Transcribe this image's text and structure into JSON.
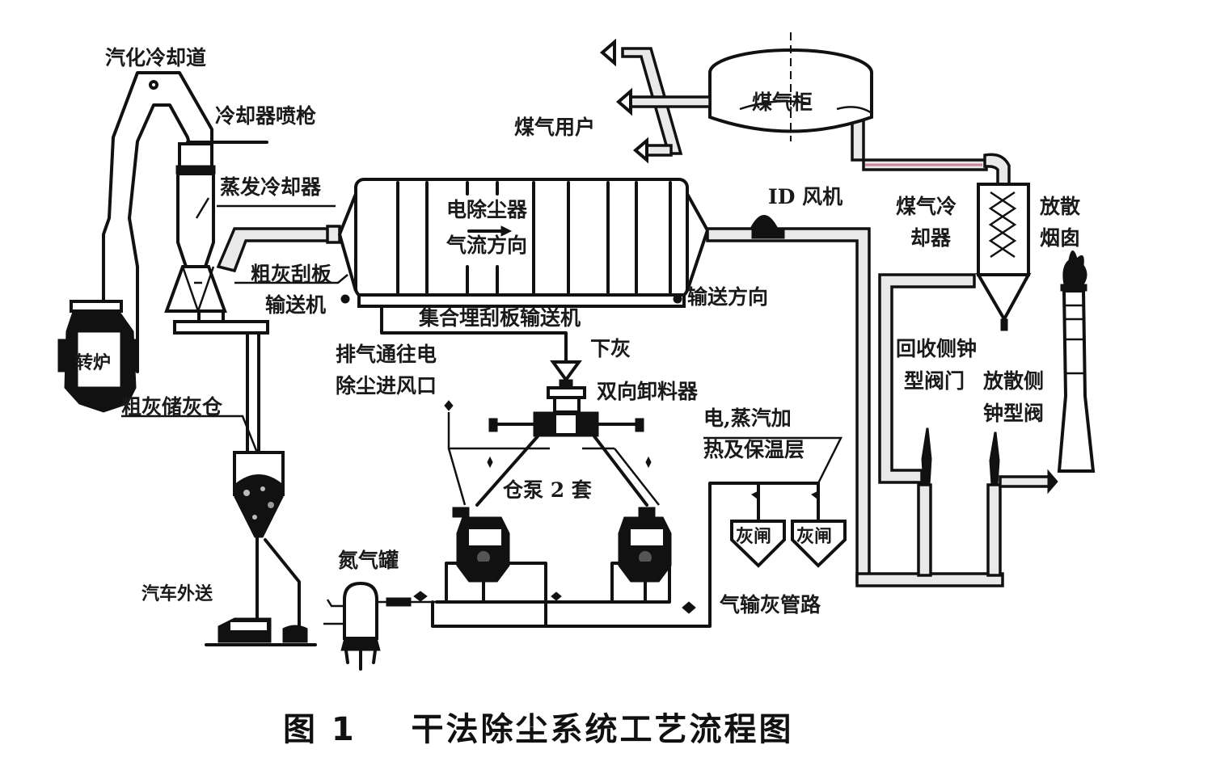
{
  "labels": {
    "vaporization_flue": "汽化冷却道",
    "cooler_lance": "冷却器喷枪",
    "evaporative_cooler": "蒸发冷却器",
    "converter": "转炉",
    "coarse_ash_conveyor_1": "粗灰刮板",
    "coarse_ash_conveyor_2": "输送机",
    "coarse_ash_silo": "粗灰储灰仓",
    "truck_transport": "汽车外送",
    "nitrogen_tank": "氮气罐",
    "esp": "电除尘器",
    "gas_flow_direction": "气流方向",
    "transport_direction": "输送方向",
    "collector_conveyor": "集合埋刮板输送机",
    "ash_discharge": "下灰",
    "exhaust_1": "排气通往电",
    "exhaust_2": "除尘进风口",
    "bidirectional_unloader": "双向卸料器",
    "silo_pumps": "仓泵 2 套",
    "heating_1": "电,蒸汽加",
    "heating_2": "热及保温层",
    "ash_valve_1": "灰闸",
    "ash_valve_2": "灰闸",
    "pneumatic_ash_pipe": "气输灰管路",
    "id_fan": "ID 风机",
    "gas_users": "煤气用户",
    "gas_holder": "煤气柜",
    "gas_cooler_1": "煤气冷",
    "gas_cooler_2": "却器",
    "flare_stack_1": "放散",
    "flare_stack_2": "烟囱",
    "recovery_valve_1": "回收侧钟",
    "recovery_valve_2": "型阀门",
    "flare_valve_1": "放散侧",
    "flare_valve_2": "钟型阀"
  },
  "caption": "图 1    干法除尘系统工艺流程图",
  "colors": {
    "line": "#111111",
    "pipe_fill": "#e9e9e9",
    "gas_line_accent": "#c9889a"
  }
}
